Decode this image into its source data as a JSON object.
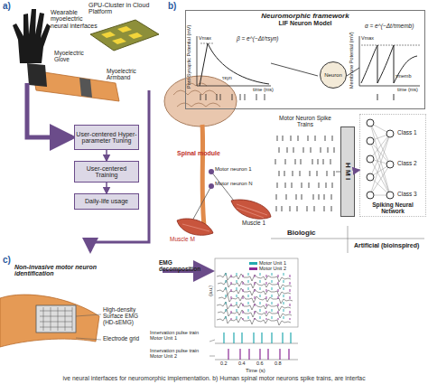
{
  "diagram": {
    "caption": "ive neural interfaces for neuromorphic implementation. b) Human spinal motor neurons spike trains, are interfac",
    "nodes": [
      {
        "text": [
          "User-centered Hyper-parameter Tuning"
        ]
      },
      {
        "text": [
          "User-centered Training"
        ]
      },
      {
        "text": [
          "Daily-life usage"
        ]
      },
      {
        "text": [
          "Neuromorphic framework",
          "LIF Neuron Model"
        ]
      },
      {
        "text": [
          "Neuron"
        ],
        "in": 3
      },
      {
        "text": [
          "H M I"
        ]
      },
      {
        "text": [
          "Spiking Neural Network"
        ]
      }
    ],
    "edges": [
      {
        "from": 0,
        "to": 1,
        "arrow": "to"
      },
      {
        "from": 1,
        "to": 2,
        "arrow": "to"
      },
      {
        "from": 5,
        "to": 6,
        "arrow": "to"
      }
    ],
    "labels": [
      "a)",
      "GPU-Cluster in Cloud Platform",
      "Wearable myoelectric neural interfaces",
      "Myoelectric Glove",
      "Myoelectric Armband",
      "b)",
      "Post-Synaptic Potential (mV)",
      "Vmax",
      "β = e^(−Δt/τsyn)",
      "τsyn",
      "time (ms)",
      "Membrane Potential (mV)",
      "Vmax",
      "α = e^(−Δt/τmemb)",
      "τmemb",
      "time (ms)",
      "Spinal module",
      "Motor neuron 1",
      "Motor neuron N",
      "Muscle 1",
      "Muscle M",
      "Motor Neuron Spike Trains",
      "Class 1",
      "Class 2",
      "Class 3",
      "Biologic",
      "Artificial (bioinspired)",
      "c)",
      "Non-invasive motor neuron identification",
      "High-density Surface EMG (HD-sEMG)",
      "Electrode grid",
      "EMG decomposition",
      "(a.u.)",
      "Innervation pulse train Motor Unit 1",
      "Innervation pulse train Motor Unit 2",
      "0.2",
      "0.4",
      "0.6",
      "0.8",
      "Time (s)"
    ],
    "legend": [
      {
        "text": "Motor Unit 1",
        "color": "#23a9b0"
      },
      {
        "text": "Motor Unit 2",
        "color": "#8b2a96"
      }
    ]
  }
}
